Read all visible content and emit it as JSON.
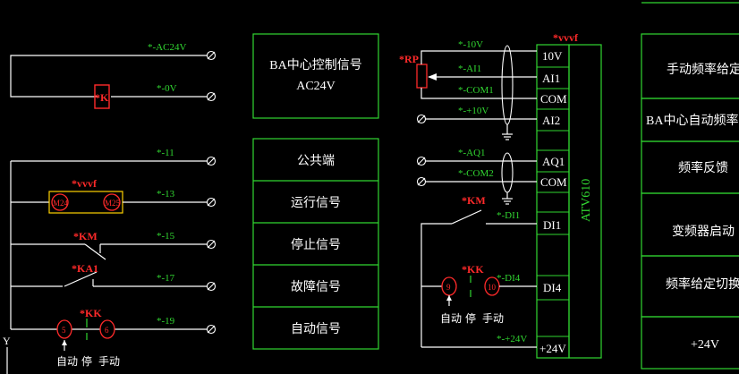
{
  "colors": {
    "background": "#000000",
    "wire": "#ffffff",
    "label": "#31d631",
    "tag": "#ff2a2a",
    "box": "#31d631"
  },
  "left_panel": {
    "wire_labels": [
      "*-AC24V",
      "*-0V",
      "*-11",
      "*-13",
      "*-15",
      "*-17",
      "*-19"
    ],
    "relay_tag": "*K",
    "vvvf_tag": "*vvvf",
    "contact_km": "*KM",
    "contact_ka1": "*KA1",
    "switch_kk": "*KK",
    "lamp_left": "M24",
    "lamp_right": "M25",
    "selector_auto": "自动",
    "selector_stop": "停",
    "selector_manual": "手动"
  },
  "signal_boxes": [
    "BA中心控制信号",
    "AC24V",
    "公共端",
    "运行信号",
    "停止信号",
    "故障信号",
    "自动信号"
  ],
  "inverter": {
    "tag": "*vvvf",
    "model": "ATV610",
    "terminals": [
      "10V",
      "AI1",
      "COM",
      "AI2",
      "AQ1",
      "COM",
      "DI1",
      "DI4",
      "+24V"
    ],
    "wire_labels": [
      "*-10V",
      "*-AI1",
      "*-COM1",
      "*-+10V",
      "*-AQ1",
      "*-COM2",
      "*-DI1",
      "*-DI4",
      "*-+24V"
    ],
    "pot_tag": "*RP",
    "km_tag": "*KM",
    "kk_tag": "*KK",
    "switch_auto": "自动",
    "switch_stop": "停",
    "switch_manual": "手动"
  },
  "right_boxes": [
    "手动频率给定",
    "BA中心自动频率给",
    "频率反馈",
    "变频器启动",
    "频率给定切换",
    "+24V"
  ],
  "axis_marker": "Y"
}
